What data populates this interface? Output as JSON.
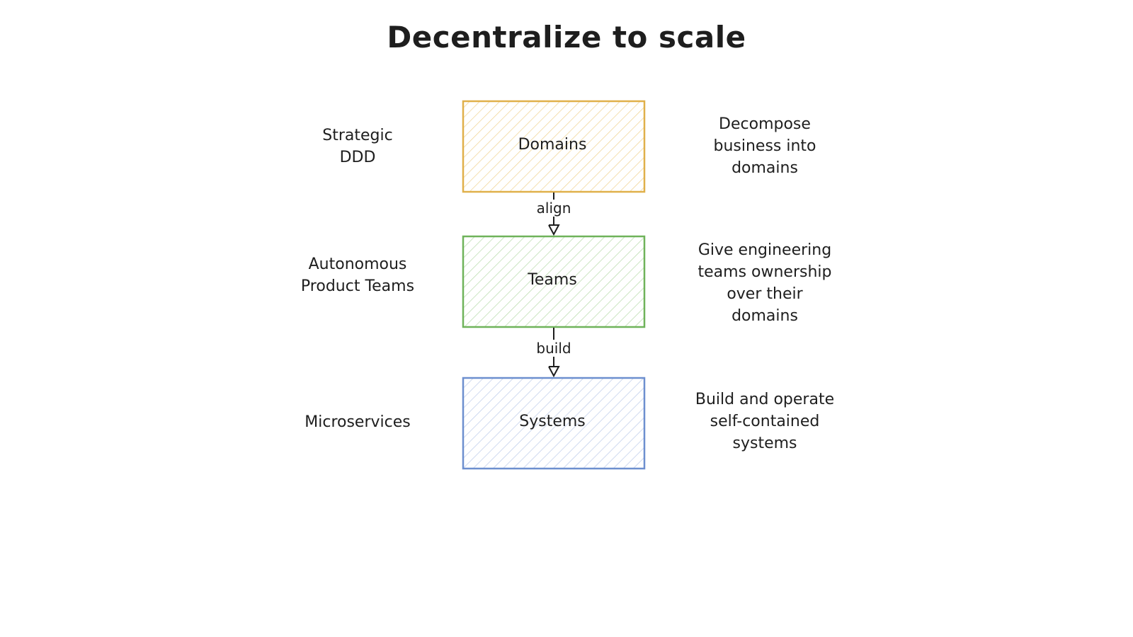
{
  "title": "Decentralize to scale",
  "colors": {
    "domains_stroke": "#e0b04a",
    "teams_stroke": "#6fb35a",
    "systems_stroke": "#6d8fcf",
    "ink": "#1e1e1e"
  },
  "rows": [
    {
      "left": "Strategic\nDDD",
      "box": "Domains",
      "right": "Decompose\nbusiness into\ndomains"
    },
    {
      "left": "Autonomous\nProduct Teams",
      "box": "Teams",
      "right": "Give engineering\nteams ownership\nover their\ndomains"
    },
    {
      "left": "Microservices",
      "box": "Systems",
      "right": "Build and operate\nself-contained\nsystems"
    }
  ],
  "edges": [
    {
      "label": "align"
    },
    {
      "label": "build"
    }
  ]
}
